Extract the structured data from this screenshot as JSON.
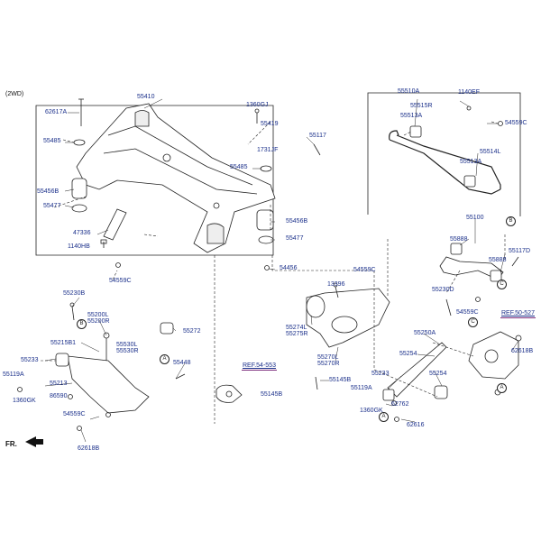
{
  "variant": "(2WD)",
  "front_marker": "FR.",
  "callouts": {
    "a_1": "A",
    "b_1": "B",
    "a_2": "A",
    "b_2": "B",
    "c_1": "C",
    "c_2": "C",
    "a_3": "A"
  },
  "labels": {
    "p62617A": "62617A",
    "p55410": "55410",
    "p1360GJ": "1360GJ",
    "p55419": "55419",
    "p55485_a": "55485",
    "p1731JF": "1731JF",
    "p55117": "55117",
    "p55485_b": "55485",
    "p55456B_a": "55456B",
    "p55477_a": "55477",
    "p55456B_b": "55456B",
    "p55477_b": "55477",
    "p47336": "47336",
    "p1140HB": "1140HB",
    "p54559C_a": "54559C",
    "p54456": "54456",
    "p55510A": "55510A",
    "p1140EF": "1140EF",
    "p55515R": "55515R",
    "p55513A_a": "55513A",
    "p54559C_b": "54559C",
    "p55514L": "55514L",
    "p55513A_b": "55513A",
    "p55100": "55100",
    "p55888_a": "55888",
    "p55117D": "55117D",
    "p55888_b": "55888",
    "p54559C_c": "54559C",
    "p13396": "13396",
    "p55230D": "55230D",
    "p54559C_d": "54559C",
    "p55230B": "55230B",
    "p55200L": "55200L",
    "p55200R": "55200R",
    "p55272": "55272",
    "p55215B1": "55215B1",
    "p55530L": "55530L",
    "p55530R": "55530R",
    "p55233_a": "55233",
    "p55119A_a": "55119A",
    "p1360GK_a": "1360GK",
    "p55213": "55213",
    "p55448": "55448",
    "p86590": "86590",
    "p54559C_e": "54559C",
    "p62618B_a": "62618B",
    "p55274L": "55274L",
    "p55275R": "55275R",
    "p55270L": "55270L",
    "p55270R": "55270R",
    "p55145B_a": "55145B",
    "p55145B_b": "55145B",
    "p55233_b": "55233",
    "p55119A_b": "55119A",
    "p1360GK_b": "1360GK",
    "p55250A": "55250A",
    "p55254_a": "55254",
    "p55254_b": "55254",
    "p62762": "62762",
    "p62616": "62616",
    "p62618B_b": "62618B"
  },
  "references": {
    "ref_54_553": "REF.54-553",
    "ref_50_527": "REF.50-527"
  },
  "colors": {
    "label": "#1a2f8a",
    "line": "#222222",
    "ref_underline": "#7a2a7a",
    "part_fill": "#ffffff",
    "part_shade": "#d8d8d8"
  }
}
